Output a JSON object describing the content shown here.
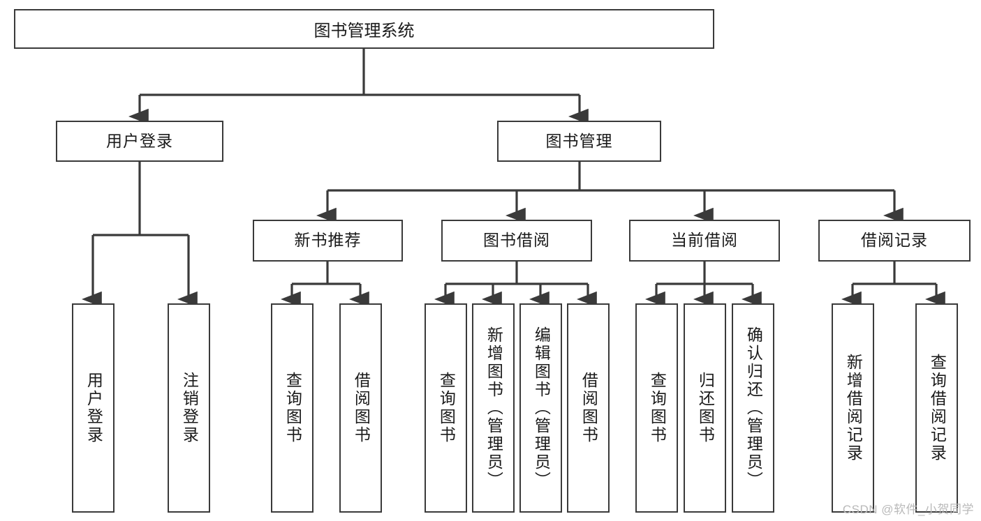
{
  "diagram": {
    "title": "图书管理系统",
    "type": "tree-hierarchy-diagram",
    "colors": {
      "box_border": "#3a3a3a",
      "box_fill": "#ffffff",
      "connector": "#3a3a3a",
      "text": "#1a1a1a",
      "watermark": "#b9b9b9",
      "background": "#ffffff"
    },
    "root": {
      "label": "图书管理系统"
    },
    "level2": [
      {
        "id": "user-login",
        "label": "用户登录"
      },
      {
        "id": "book-manage",
        "label": "图书管理"
      }
    ],
    "level3": [
      {
        "id": "new-book-recommend",
        "label": "新书推荐"
      },
      {
        "id": "book-borrow",
        "label": "图书借阅"
      },
      {
        "id": "current-borrow",
        "label": "当前借阅"
      },
      {
        "id": "borrow-record",
        "label": "借阅记录"
      }
    ],
    "leaves": {
      "user_login": [
        {
          "id": "leaf-user-login",
          "label": "用户登录"
        },
        {
          "id": "leaf-logout-login",
          "label": "注销登录"
        }
      ],
      "new_book_recommend": [
        {
          "id": "leaf-query-book-1",
          "label": "查询图书"
        },
        {
          "id": "leaf-borrow-book-1",
          "label": "借阅图书"
        }
      ],
      "book_borrow": [
        {
          "id": "leaf-query-book-2",
          "label": "查询图书"
        },
        {
          "id": "leaf-add-book",
          "label": "新增图书（管理员）"
        },
        {
          "id": "leaf-edit-book",
          "label": "编辑图书（管理员）"
        },
        {
          "id": "leaf-borrow-book-2",
          "label": "借阅图书"
        }
      ],
      "current_borrow": [
        {
          "id": "leaf-query-book-3",
          "label": "查询图书"
        },
        {
          "id": "leaf-return-book",
          "label": "归还图书"
        },
        {
          "id": "leaf-confirm-return",
          "label": "确认归还（管理员）"
        }
      ],
      "borrow_record": [
        {
          "id": "leaf-add-record",
          "label": "新增借阅记录"
        },
        {
          "id": "leaf-query-record",
          "label": "查询借阅记录"
        }
      ]
    },
    "watermark": "CSDN @软件_小贺同学"
  }
}
